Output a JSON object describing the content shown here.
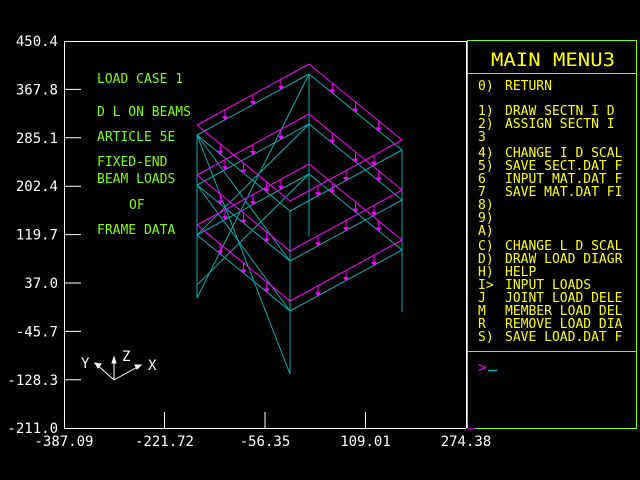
{
  "colors": {
    "axis": "#ffffff",
    "annotation": "#7fff00",
    "menu_text": "#ffff00",
    "menu_border": "#7fff00",
    "frame": "#00b0b0",
    "loads": "#ff00ff"
  },
  "y_axis": {
    "ticks": [
      "450.4",
      "367.8",
      "285.1",
      "202.4",
      "119.7",
      "37.0",
      "-45.7",
      "-128.3",
      "-211.0"
    ]
  },
  "x_axis": {
    "ticks": [
      "-387.09",
      "-221.72",
      "-56.35",
      "109.01",
      "274.38"
    ]
  },
  "annotation": {
    "line1": "LOAD CASE 1",
    "line2": "D L ON BEAMS",
    "line3": "ARTICLE 5E",
    "line4": "FIXED-END",
    "line5": "BEAM LOADS",
    "line6": "OF",
    "line7": "FRAME DATA"
  },
  "triad": {
    "y": "Y",
    "z": "Z",
    "x": "X"
  },
  "menu": {
    "title": "MAIN MENU3",
    "items": [
      {
        "key": "0)",
        "label": "RETURN"
      },
      {
        "key": "1)",
        "label": "DRAW SECTN I D"
      },
      {
        "key": "2)",
        "label": "ASSIGN SECTN I"
      },
      {
        "key": "3",
        "label": ""
      },
      {
        "key": "4)",
        "label": "CHANGE I D SCAL"
      },
      {
        "key": "5)",
        "label": "SAVE SECT.DAT F"
      },
      {
        "key": "6",
        "label": "INPUT MAT.DAT F"
      },
      {
        "key": "7",
        "label": "SAVE MAT.DAT FI"
      },
      {
        "key": "8)",
        "label": ""
      },
      {
        "key": "9)",
        "label": ""
      },
      {
        "key": "A)",
        "label": ""
      },
      {
        "key": "C)",
        "label": "CHANGE L D SCAL"
      },
      {
        "key": "D)",
        "label": "DRAW LOAD DIAGR"
      },
      {
        "key": "H)",
        "label": "HELP"
      },
      {
        "key": "I>",
        "label": "INPUT LOADS"
      },
      {
        "key": "J",
        "label": "JOINT LOAD DELE"
      },
      {
        "key": "M",
        "label": "MEMBER LOAD DEL"
      },
      {
        "key": "R",
        "label": "REMOVE LOAD DIA"
      },
      {
        "key": "S)",
        "label": "SAVE LOAD.DAT F"
      }
    ],
    "prompt": ">"
  }
}
